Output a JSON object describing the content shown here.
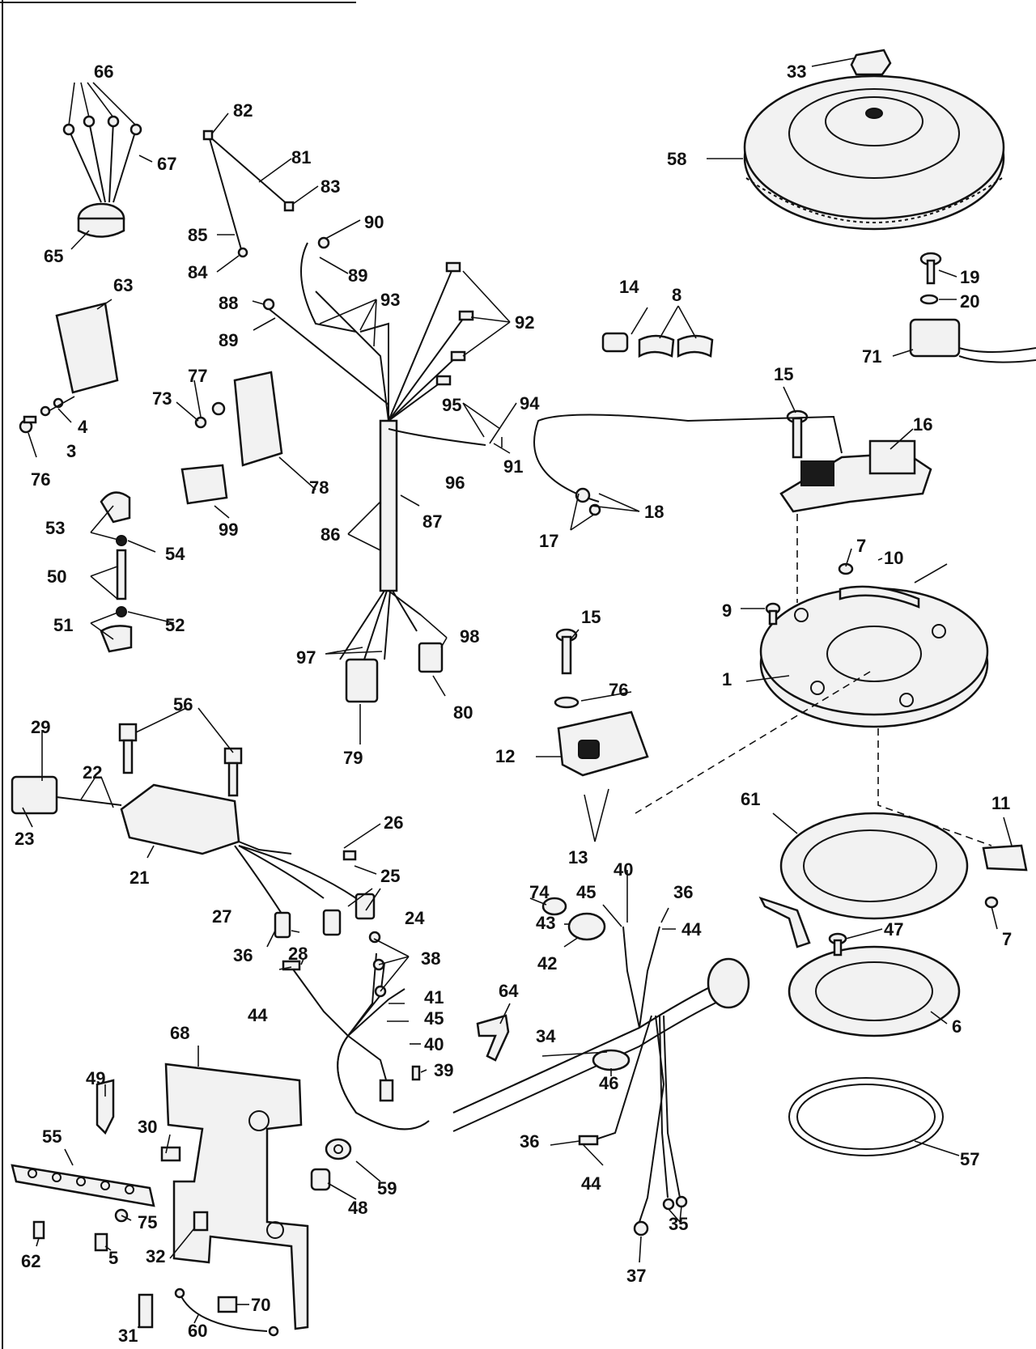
{
  "diagram": {
    "watermark": "",
    "part_numbers": {
      "p1": "1",
      "p3": "3",
      "p4": "4",
      "p5": "5",
      "p6": "6",
      "p7a": "7",
      "p7b": "7",
      "p8": "8",
      "p9": "9",
      "p10": "10",
      "p11": "11",
      "p12": "12",
      "p13": "13",
      "p14": "14",
      "p15a": "15",
      "p15b": "15",
      "p16": "16",
      "p17": "17",
      "p18": "18",
      "p19": "19",
      "p20": "20",
      "p21": "21",
      "p22": "22",
      "p23": "23",
      "p24": "24",
      "p25": "25",
      "p26": "26",
      "p27": "27",
      "p28": "28",
      "p29": "29",
      "p30": "30",
      "p31": "31",
      "p32": "32",
      "p33": "33",
      "p34": "34",
      "p35": "35",
      "p36a": "36",
      "p36b": "36",
      "p36c": "36",
      "p37": "37",
      "p38": "38",
      "p39": "39",
      "p40a": "40",
      "p40b": "40",
      "p41": "41",
      "p42": "42",
      "p43": "43",
      "p44a": "44",
      "p44b": "44",
      "p44c": "44",
      "p45a": "45",
      "p45b": "45",
      "p46": "46",
      "p47": "47",
      "p48": "48",
      "p49": "49",
      "p50": "50",
      "p51": "51",
      "p52": "52",
      "p53": "53",
      "p54": "54",
      "p55": "55",
      "p56": "56",
      "p57": "57",
      "p58": "58",
      "p59": "59",
      "p60": "60",
      "p61": "61",
      "p62": "62",
      "p63": "63",
      "p64": "64",
      "p65": "65",
      "p66": "66",
      "p67": "67",
      "p68": "68",
      "p70": "70",
      "p71": "71",
      "p73": "73",
      "p74": "74",
      "p75": "75",
      "p76a": "76",
      "p76b": "76",
      "p77": "77",
      "p78": "78",
      "p79": "79",
      "p80": "80",
      "p81": "81",
      "p82": "82",
      "p83": "83",
      "p84": "84",
      "p85": "85",
      "p86": "86",
      "p87": "87",
      "p88": "88",
      "p89a": "89",
      "p89b": "89",
      "p90": "90",
      "p91": "91",
      "p92": "92",
      "p93": "93",
      "p94": "94",
      "p95": "95",
      "p96": "96",
      "p97": "97",
      "p98": "98",
      "p99": "99"
    }
  }
}
